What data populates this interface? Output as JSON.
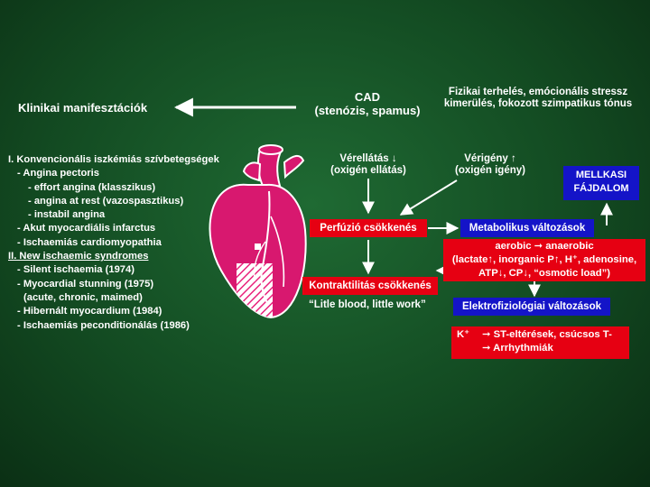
{
  "header": {
    "manifestations": "Klinikai manifesztációk",
    "cad_line1": "CAD",
    "cad_line2": "(stenózis, spamus)",
    "stress_line1": "Fizikai terhelés, emócionális stressz",
    "stress_line2": "kimerülés, fokozott szimpatikus tónus"
  },
  "left_list": {
    "items": [
      "I. Konvencionális iszkémiás szívbetegségek",
      "- Angina pectoris",
      "- effort angina (klasszikus)",
      "- angina at rest (vazospasztikus)",
      "- instabil angina",
      "- Akut myocardiális infarctus",
      "- Ischaemiás cardiomyopathia",
      "II. New ischaemic syndromes",
      "- Silent ischaemia (1974)",
      "- Myocardial stunning (1975)",
      "(acute, chronic, maimed)",
      "- Hibernált myocardium (1984)",
      "- Ischaemiás peconditionálás (1986)"
    ]
  },
  "center": {
    "supply_line1": "Vérellátás ↓",
    "supply_line2": "(oxigén ellátás)",
    "perfusion": "Perfúzió csökkenés",
    "contractility": "Kontraktilitás csökkenés",
    "quote": "“Litle blood, little work”"
  },
  "right": {
    "demand_line1": "Vérigény ↑",
    "demand_line2": "(oxigén igény)",
    "chest_pain_line1": "MELLKASI",
    "chest_pain_line2": "FÁJDALOM",
    "metabolic": "Metabolikus változások",
    "aerobic_line1": "aerobic ➞ anaerobic",
    "aerobic_line2": "(lactate↑, inorganic P↑, H⁺, adenosine,",
    "aerobic_line3": "ATP↓, CP↓, “osmotic load”)",
    "electro": "Elektrofiziológiai változások",
    "k_label": "K⁺",
    "st_line1": "➞ ST-eltérések, csúcsos T-",
    "st_line2": "➞ Arrhythmiák"
  },
  "colors": {
    "background": "#134b22",
    "red_box": "#e60012",
    "blue_box": "#1414c8",
    "heart": "#d8186f"
  }
}
